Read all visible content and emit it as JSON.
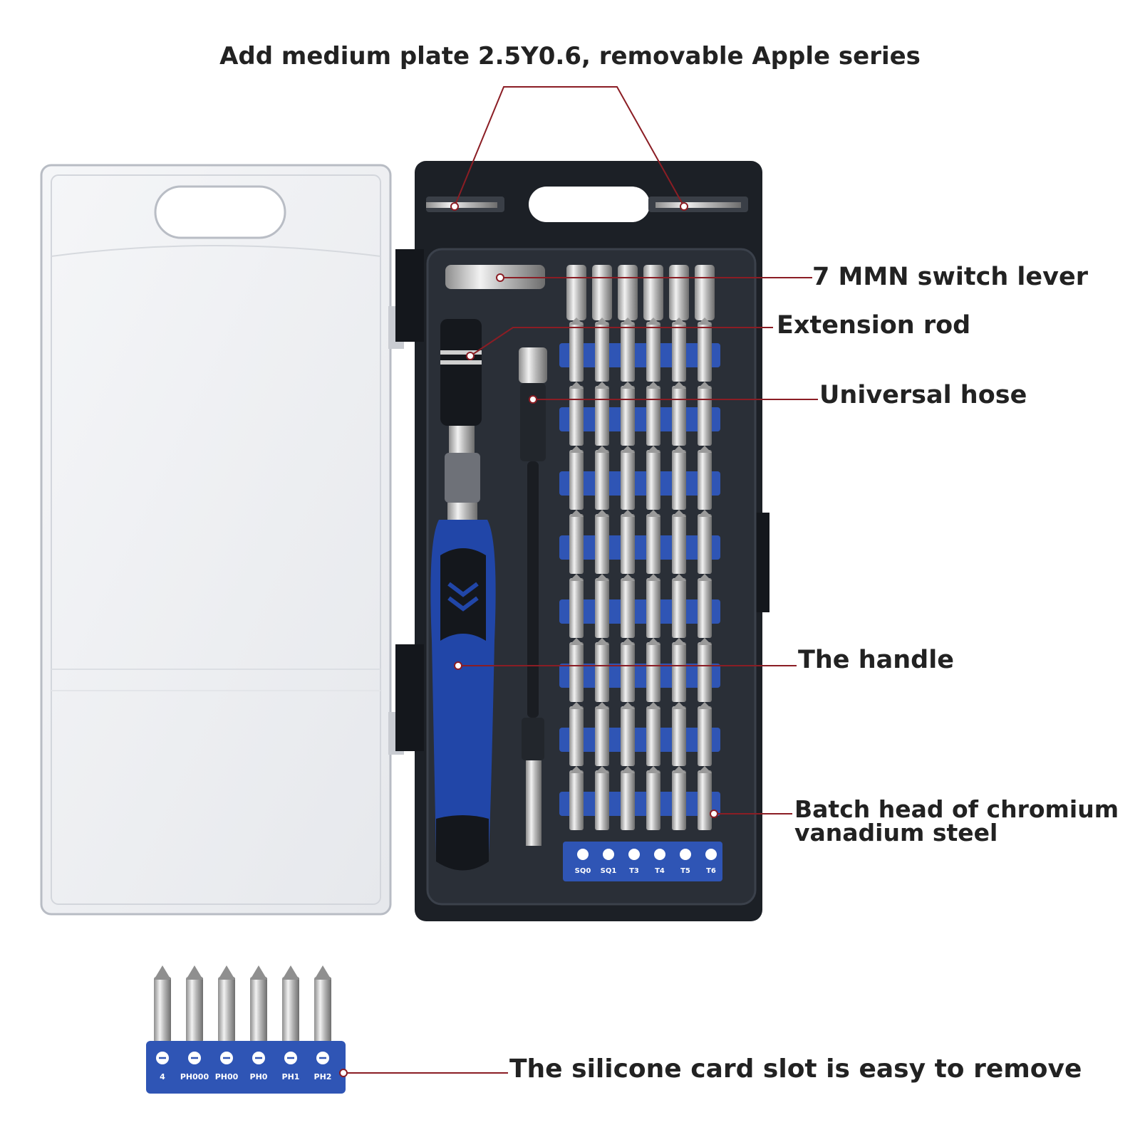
{
  "annotations": {
    "top_plate": "Add medium plate 2.5Y0.6, removable Apple series",
    "switch_lever": "7 MMN switch lever",
    "extension_rod": "Extension rod",
    "universal_hose": "Universal hose",
    "handle": "The handle",
    "batch_head_line1": "Batch head of chromium",
    "batch_head_line2": "vanadium steel",
    "card_slot": "The silicone card slot is easy to remove"
  },
  "bottom_row_labels": [
    "SQ0",
    "SQ1",
    "T3",
    "T4",
    "T5",
    "T6"
  ],
  "card_bit_labels": [
    "4",
    "PH000",
    "PH00",
    "PH0",
    "PH1",
    "PH2"
  ],
  "colors": {
    "leader_line": "#8b1d24",
    "case_dark": "#1c2026",
    "tray_blue": "#2f55b5",
    "handle_blue": "#2146a8",
    "text": "#222222"
  }
}
